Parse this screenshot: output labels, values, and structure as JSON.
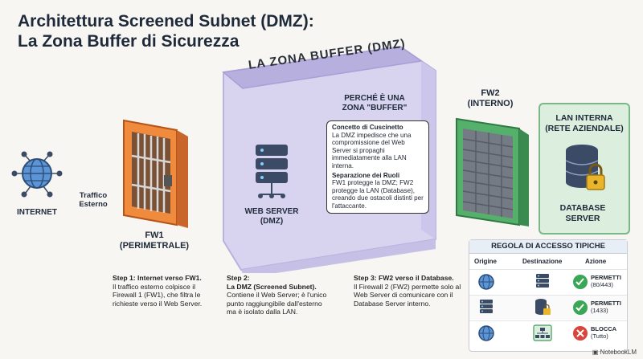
{
  "title": {
    "line1": "Architettura Screened Subnet (DMZ):",
    "line2": "La Zona Buffer di Sicurezza"
  },
  "internet": {
    "label": "INTERNET"
  },
  "traffic": {
    "line1": "Traffico",
    "line2": "Esterno"
  },
  "fw1": {
    "line1": "FW1",
    "line2": "(PERIMETRALE)"
  },
  "dmz": {
    "banner": "LA ZONA BUFFER (DMZ)",
    "why_line1": "PERCHÉ È UNA",
    "why_line2": "ZONA \"BUFFER\"",
    "server_line1": "WEB SERVER",
    "server_line2": "(DMZ)"
  },
  "callout": {
    "h1": "Concetto di Cuscinetto",
    "t1": "La DMZ impedisce che una compromissione del Web Server si propaghi immediatamente alla LAN interna.",
    "h2": "Separazione dei Ruoli",
    "t2": "FW1 protegge la DMZ; FW2 protegge la LAN (Database), creando due ostacoli distinti per l'attaccante."
  },
  "fw2": {
    "line1": "FW2",
    "line2": "(INTERNO)"
  },
  "lan": {
    "line1": "LAN INTERNA",
    "line2": "(RETE AZIENDALE)",
    "db_line1": "DATABASE",
    "db_line2": "SERVER"
  },
  "steps": [
    {
      "title": "Step 1: Internet verso FW1.",
      "text": "Il traffico esterno colpisce il Firewall 1 (FW1), che filtra le richieste verso il Web Server."
    },
    {
      "title": "Step 2:",
      "title2": "La DMZ (Screened Subnet).",
      "text": "Contiene il Web Server; è l'unico punto raggiungibile dall'esterno ma è isolato dalla LAN."
    },
    {
      "title": "Step 3: FW2 verso il Database.",
      "text": "Il Firewall 2 (FW2) permette solo al Web Server di comunicare con il Database Server interno."
    }
  ],
  "rules": {
    "title": "REGOLA DI ACCESSO TIPICHE",
    "headers": [
      "Origine",
      "Destinazione",
      "Azione"
    ],
    "rows": [
      {
        "origin_icon": "globe-icon",
        "dest_icon": "server-icon",
        "action": "PERMETTI",
        "detail": "(80/443)",
        "status": "allow"
      },
      {
        "origin_icon": "server-icon",
        "dest_icon": "database-icon",
        "action": "PERMETTI",
        "detail": "(1433)",
        "status": "allow"
      },
      {
        "origin_icon": "globe-icon",
        "dest_icon": "network-icon",
        "action": "BLOCCA",
        "detail": "(Tutto)",
        "status": "block"
      }
    ]
  },
  "watermark": "NotebookLM",
  "colors": {
    "allow": "#3aa757",
    "block": "#d9453b",
    "dmz": "#c9c4e8",
    "fw1": "#e8742a",
    "fw2": "#3f9b59"
  }
}
